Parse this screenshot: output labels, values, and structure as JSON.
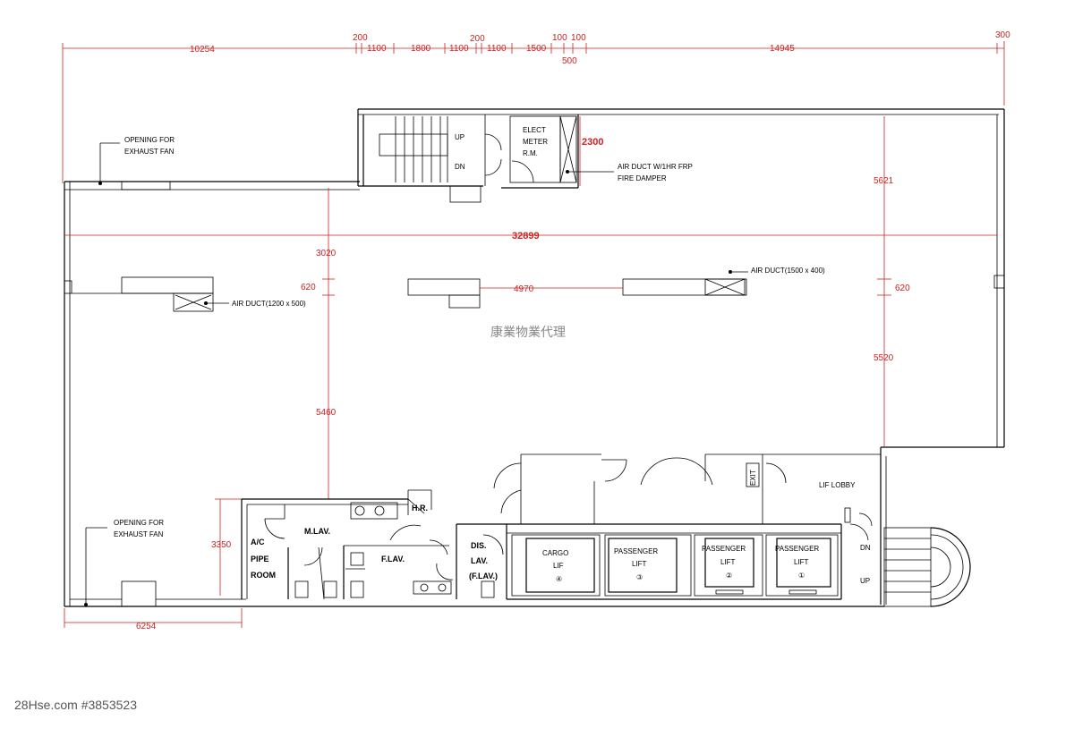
{
  "dimensions": {
    "top_10254": "10254",
    "top_200a": "200",
    "top_1100a": "1100",
    "top_1800": "1800",
    "top_1100b": "1100",
    "top_200b": "200",
    "top_1100c": "1100",
    "top_1500": "1500",
    "top_100a": "100",
    "top_100b": "100",
    "top_500": "500",
    "top_14945": "14945",
    "top_300": "300",
    "d_2300": "2300",
    "d_5621": "5621",
    "d_32899": "32899",
    "d_3020": "3020",
    "d_620a": "620",
    "d_4970": "4970",
    "d_620b": "620",
    "d_5520": "5520",
    "d_5460": "5460",
    "d_3350": "3350",
    "d_6254": "6254"
  },
  "labels": {
    "opening_exhaust_top_1": "OPENING FOR",
    "opening_exhaust_top_2": "EXHAUST FAN",
    "opening_exhaust_bot_1": "OPENING FOR",
    "opening_exhaust_bot_2": "EXHAUST FAN",
    "stair_up": "UP",
    "stair_dn": "DN",
    "elect_1": "ELECT",
    "elect_2": "METER",
    "elect_3": "R.M.",
    "duct_frp_1": "AIR DUCT W/1HR FRP",
    "duct_frp_2": "FIRE DAMPER",
    "duct_1500": "AIR DUCT(1500 x 400)",
    "duct_1200": "AIR DUCT(1200 x 500)",
    "ac_1": "A/C",
    "ac_2": "PIPE",
    "ac_3": "ROOM",
    "m_lav": "M.LAV.",
    "h_r": "H.R.",
    "f_lav": "F.LAV.",
    "dis_1": "DIS.",
    "dis_2": "LAV.",
    "dis_3": "(F.LAV.)",
    "cargo_1": "CARGO",
    "cargo_2": "LIF",
    "cargo_3": "④",
    "pass3_1": "PASSENGER",
    "pass3_2": "LIFT",
    "pass3_3": "③",
    "pass2_1": "PASSENGER",
    "pass2_2": "LIFT",
    "pass2_3": "②",
    "pass1_1": "PASSENGER",
    "pass1_2": "LIFT",
    "pass1_3": "①",
    "lift_lobby": "LIF LOBBY",
    "exit": "EXIT",
    "stair2_dn": "DN",
    "stair2_up": "UP"
  },
  "watermark": "康業物業代理",
  "footer": "28Hse.com #3853523",
  "colors": {
    "dimension": "#cc2222",
    "wall": "#000000",
    "watermark": "#888888"
  }
}
